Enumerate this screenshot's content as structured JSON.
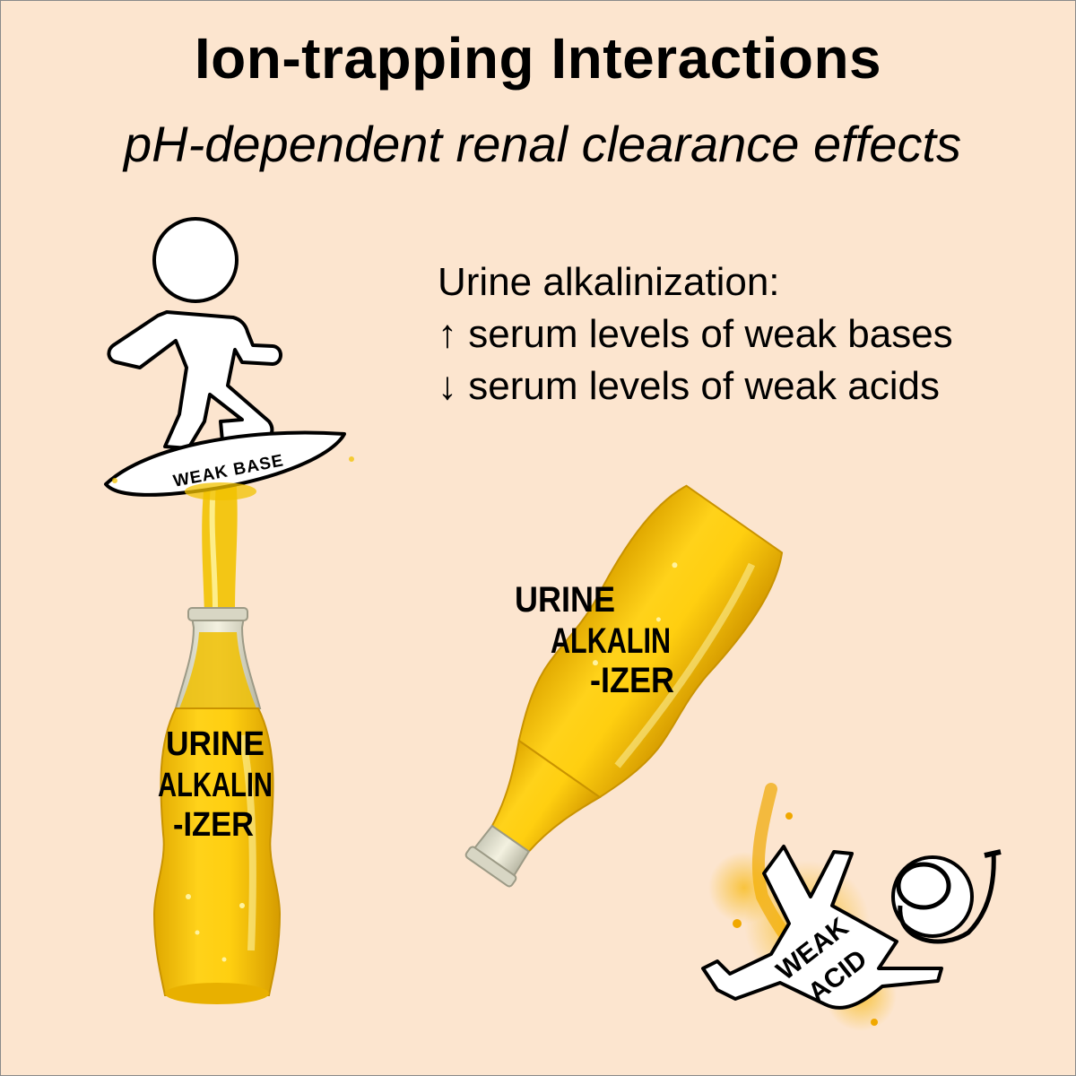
{
  "title": "Ion-trapping Interactions",
  "subtitle": "pH-dependent renal clearance effects",
  "info": {
    "heading": "Urine alkalinization:",
    "line_up": "↑ serum levels of weak bases",
    "line_down": "↓ serum levels of weak acids"
  },
  "surfboard_label": "WEAK BASE",
  "diver_label": [
    "WEAK",
    "ACID"
  ],
  "bottle_left_label": [
    "URINE",
    "ALKALIN",
    "-IZER"
  ],
  "bottle_right_label": [
    "URINE",
    "ALKALIN",
    "-IZER"
  ],
  "colors": {
    "background": "#fce5cf",
    "liquid": "#f5c400",
    "liquid_dark": "#d9a200",
    "outline": "#000000"
  },
  "icons": {
    "surfer": "stick-figure-surfer-icon",
    "diver": "stick-figure-diver-icon",
    "bottle": "soda-bottle-icon"
  }
}
